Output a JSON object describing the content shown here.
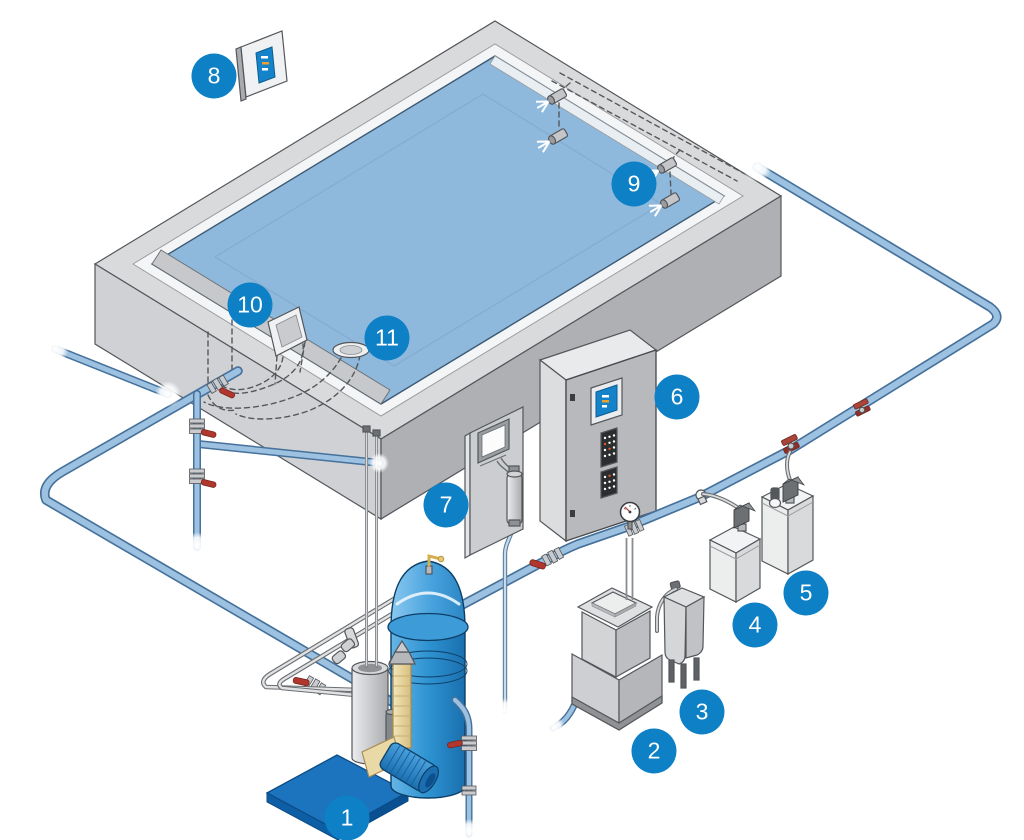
{
  "badges": [
    {
      "label": "1"
    },
    {
      "label": "2"
    },
    {
      "label": "3"
    },
    {
      "label": "4"
    },
    {
      "label": "5"
    },
    {
      "label": "6"
    },
    {
      "label": "7"
    },
    {
      "label": "8"
    },
    {
      "label": "9"
    },
    {
      "label": "10"
    },
    {
      "label": "11"
    }
  ],
  "colors": {
    "badge_blue": "#0e80c6",
    "water_blue": "#8fb9dc",
    "water_edge": "#3d5a75",
    "pool_deck_gray": "#d9dadc",
    "waterline_band": "#f4f5f6",
    "pool_wall_light": "#cfd1d4",
    "pool_wall_dark": "#aeb0b3",
    "pipe_fill": "#9dc2e1",
    "pipe_outline": "#46719b",
    "valve_red": "#b0372e",
    "equipment_blue": "#2e93d2",
    "equipment_blue_dark": "#1b6fb0",
    "base_blue": "#1b74bd",
    "cabinet_gray": "#b7b9bc",
    "screen_blue": "#1583c9",
    "accent_orange": "#f0a028",
    "canister_white": "#f0f1f2",
    "feeder_yellow": "#ecdca8"
  }
}
